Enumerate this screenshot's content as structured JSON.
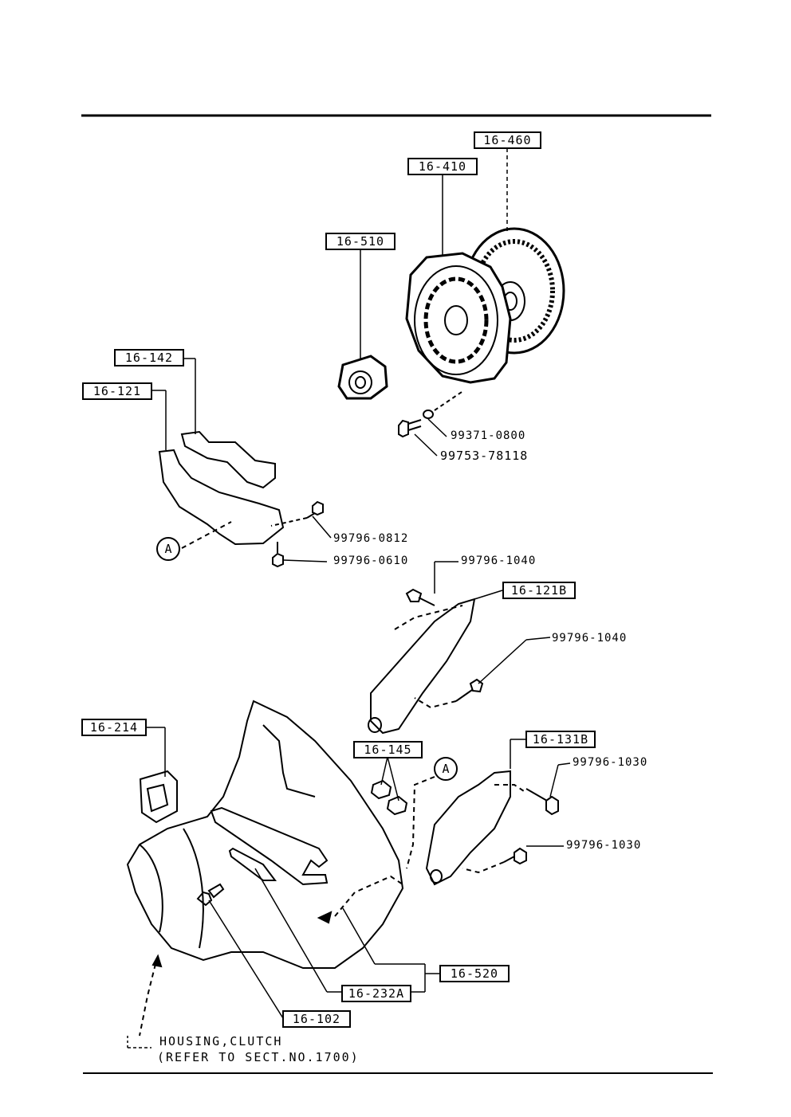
{
  "callouts": {
    "c16_460": "16-460",
    "c16_410": "16-410",
    "c16_510": "16-510",
    "c16_142": "16-142",
    "c16_121": "16-121",
    "c16_121B": "16-121B",
    "c16_214": "16-214",
    "c16_145": "16-145",
    "c16_131B": "16-131B",
    "c16_520": "16-520",
    "c16_232A": "16-232A",
    "c16_102": "16-102"
  },
  "part_numbers": {
    "p99371_0800": "99371-0800",
    "p99753_78118": "99753-78118",
    "p99796_0812": "99796-0812",
    "p99796_0610": "99796-0610",
    "p99796_1040_top": "99796-1040",
    "p99796_1040_mid": "99796-1040",
    "p99796_1030_top": "99796-1030",
    "p99796_1030_bot": "99796-1030"
  },
  "markers": {
    "a1": "A",
    "a2": "A"
  },
  "note": {
    "line1": "HOUSING,CLUTCH",
    "line2": "(REFER TO SECT.NO.1700)"
  }
}
